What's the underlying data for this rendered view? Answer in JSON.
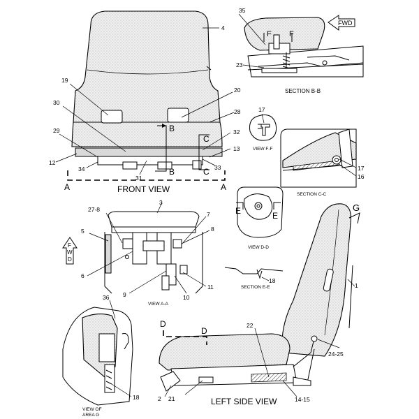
{
  "views": {
    "front_view": "FRONT VIEW",
    "section_bb": "SECTION B-B",
    "view_ff": "VIEW F-F",
    "section_cc": "SECTION C-C",
    "view_dd": "VIEW D-D",
    "view_aa": "VIEW A-A",
    "section_ee": "SECTION E-E",
    "view_of_area_g_1": "VIEW OF",
    "view_of_area_g_2": "AREA G",
    "left_side_view": "LEFT SIDE VIEW"
  },
  "arrows": {
    "fwd": "FWD",
    "fwd_vertical": [
      "F",
      "W",
      "D"
    ]
  },
  "section_letters": {
    "a": "A",
    "b": "B",
    "c": "C",
    "d": "D",
    "e": "E",
    "f": "F",
    "g": "G"
  },
  "callouts": {
    "c1": "1",
    "c2": "2",
    "c3": "3",
    "c4": "4",
    "c5": "5",
    "c6": "6",
    "c7": "7",
    "c8": "8",
    "c9": "9",
    "c10": "10",
    "c11": "11",
    "c12": "12",
    "c13": "13",
    "c14_15": "14-15",
    "c16": "16",
    "c17": "17",
    "c18": "18",
    "c19": "19",
    "c20": "20",
    "c21": "21",
    "c22": "22",
    "c23": "23",
    "c24_25": "24-25",
    "c27_8": "27-8",
    "c28": "28",
    "c29": "29",
    "c30": "30",
    "c31": "31",
    "c32": "32",
    "c33": "33",
    "c34": "34",
    "c35": "35",
    "c36": "36"
  }
}
